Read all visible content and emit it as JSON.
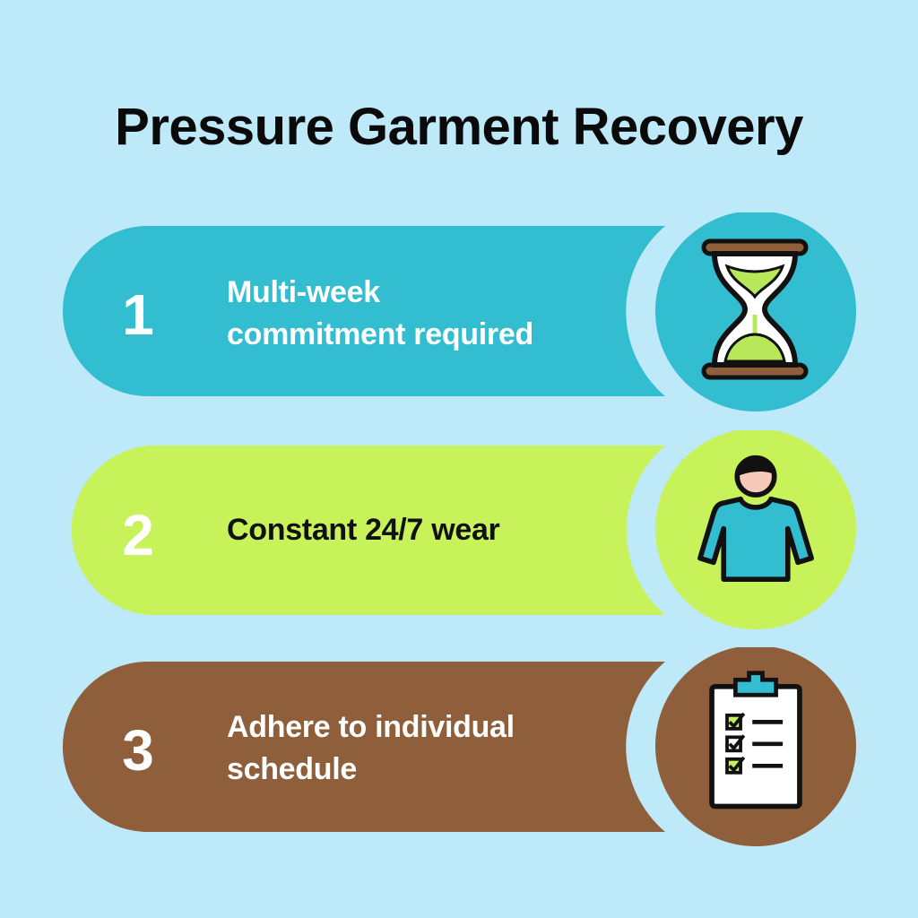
{
  "title": "Pressure Garment Recovery",
  "steps": [
    {
      "number": "1",
      "text": "Multi-week commitment required",
      "line1": "Multi-week",
      "line2": "commitment required",
      "color": "#33bdd0",
      "text_color": "#ffffff",
      "icon": "hourglass-icon"
    },
    {
      "number": "2",
      "text": "Constant 24/7 wear",
      "color": "#c8f25a",
      "text_color": "#111111",
      "icon": "person-shirt-icon"
    },
    {
      "number": "3",
      "text": "Adhere to individual schedule",
      "line1": "Adhere to individual",
      "line2": "schedule",
      "color": "#8f5e3a",
      "text_color": "#ffffff",
      "icon": "clipboard-checklist-icon"
    }
  ]
}
